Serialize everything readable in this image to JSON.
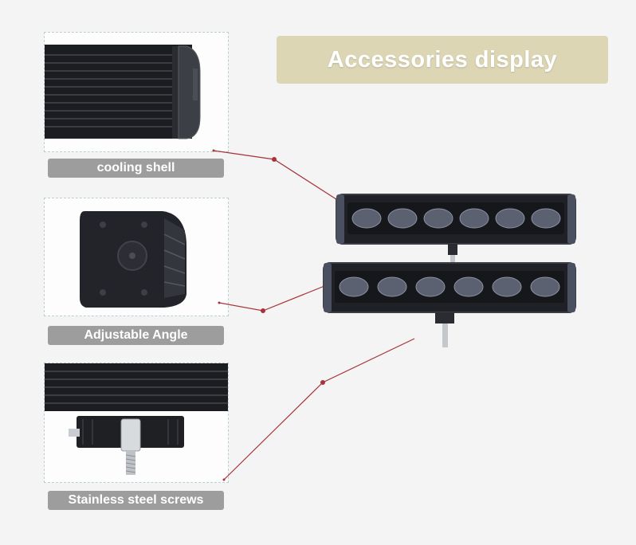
{
  "banner": {
    "title": "Accessories display"
  },
  "features": [
    {
      "label": "cooling shell"
    },
    {
      "label": "Adjustable Angle"
    },
    {
      "label": "Stainless steel screws"
    }
  ],
  "colors": {
    "banner": "#dcd6b5",
    "label": "#9d9d9d",
    "leader_line": "#a8323a",
    "frame_border": "#b9cfd1",
    "housing": "#1f2126"
  }
}
